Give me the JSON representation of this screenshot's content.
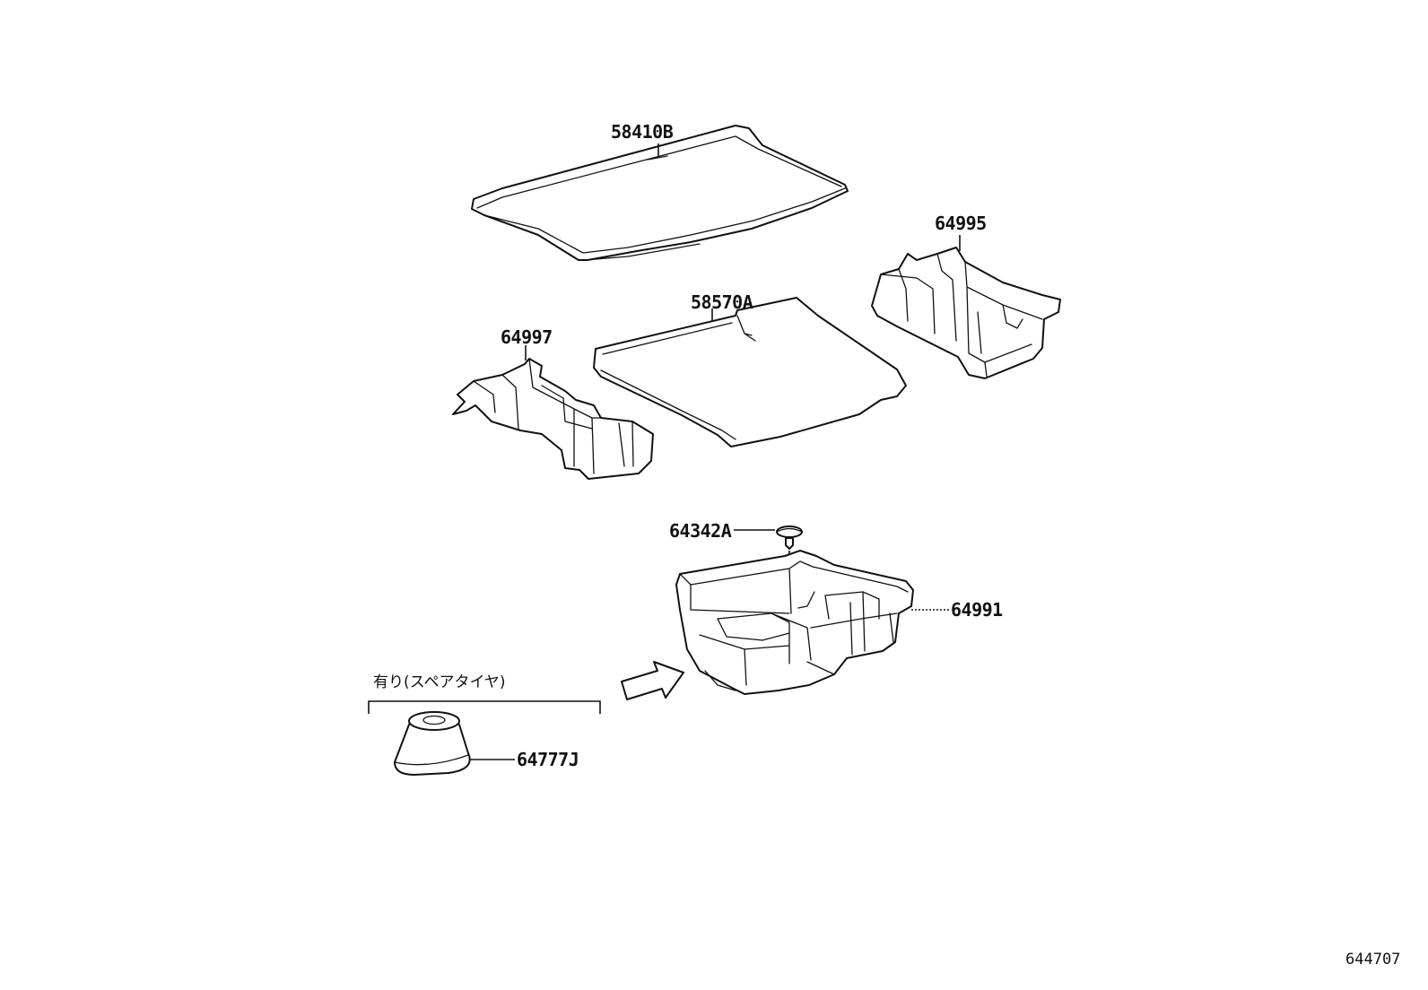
{
  "diagram": {
    "parts": [
      {
        "id": "tonneau-cover",
        "number": "58410B"
      },
      {
        "id": "floor-mat",
        "number": "58570A"
      },
      {
        "id": "right-side-box",
        "number": "64995"
      },
      {
        "id": "left-side-box",
        "number": "64997"
      },
      {
        "id": "clip",
        "number": "64342A"
      },
      {
        "id": "deck-box",
        "number": "64991"
      },
      {
        "id": "spare-tire-spacer",
        "number": "64777J"
      }
    ],
    "condition_note": "有り(スペアタイヤ)",
    "drawing_code": "644707"
  }
}
